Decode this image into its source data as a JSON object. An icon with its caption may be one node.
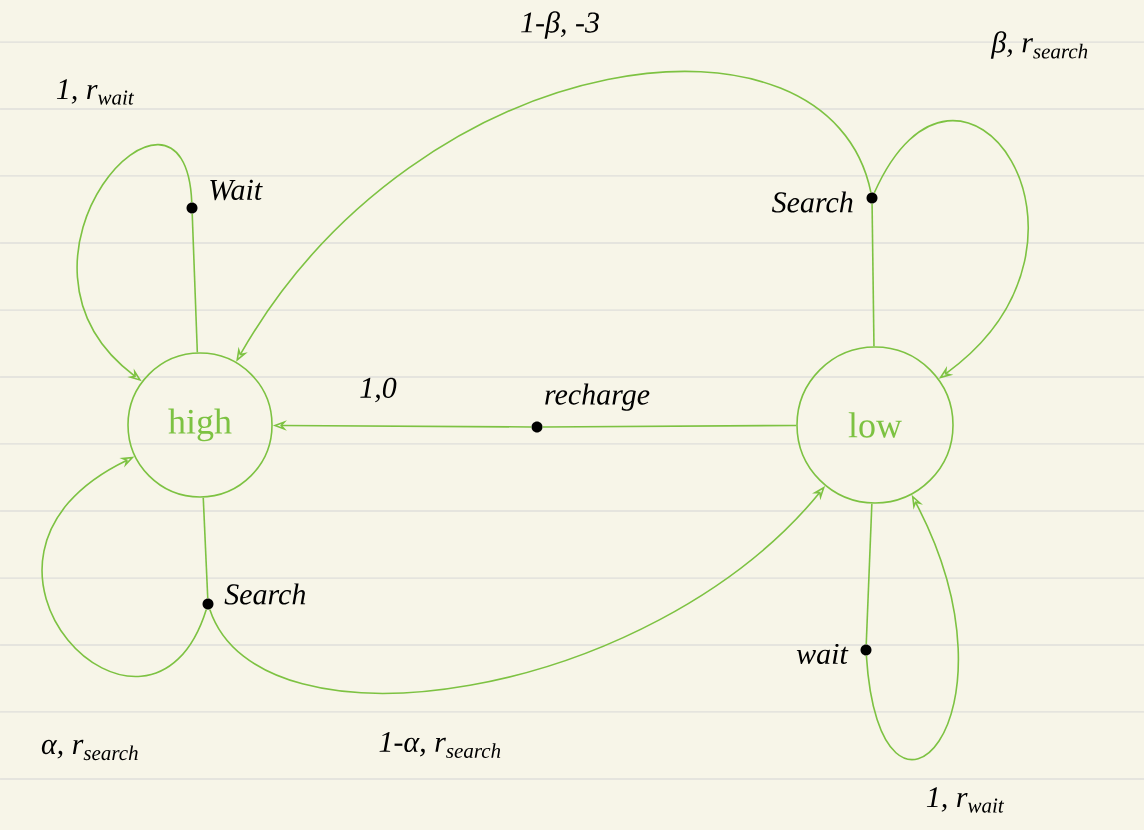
{
  "diagram": {
    "nodes": [
      {
        "text": [
          "high"
        ]
      },
      {
        "text": [
          "low"
        ]
      },
      {
        "text": [],
        "shape": "circle",
        "beside": [
          "Wait"
        ]
      },
      {
        "text": [],
        "shape": "circle",
        "beside": [
          "Search"
        ]
      },
      {
        "text": [],
        "shape": "circle",
        "beside": [
          "recharge"
        ]
      },
      {
        "text": [],
        "shape": "circle",
        "beside": [
          "Search"
        ]
      },
      {
        "text": [],
        "shape": "circle",
        "beside": [
          "wait"
        ]
      }
    ],
    "edges": [
      {
        "from": 0,
        "to": 2,
        "arrow": "none"
      },
      {
        "from": 2,
        "to": 0,
        "arrow": "to",
        "label": "1, r$_{wait}$"
      },
      {
        "from": 1,
        "to": 3,
        "arrow": "none"
      },
      {
        "from": 3,
        "to": 1,
        "arrow": "to",
        "label": "β, r$_{search}$"
      },
      {
        "from": 3,
        "to": 0,
        "arrow": "to",
        "label": "1-β, -3"
      },
      {
        "from": 1,
        "to": 4,
        "arrow": "none"
      },
      {
        "from": 4,
        "to": 0,
        "arrow": "to",
        "label": "1,0"
      },
      {
        "from": 0,
        "to": 5,
        "arrow": "none"
      },
      {
        "from": 5,
        "to": 0,
        "arrow": "to",
        "label": "α, r$_{search}$"
      },
      {
        "from": 5,
        "to": 1,
        "arrow": "to",
        "label": "1-α, r$_{search}$"
      },
      {
        "from": 1,
        "to": 6,
        "arrow": "none"
      },
      {
        "from": 6,
        "to": 1,
        "arrow": "to",
        "label": "1, r$_{wait}$"
      }
    ]
  }
}
